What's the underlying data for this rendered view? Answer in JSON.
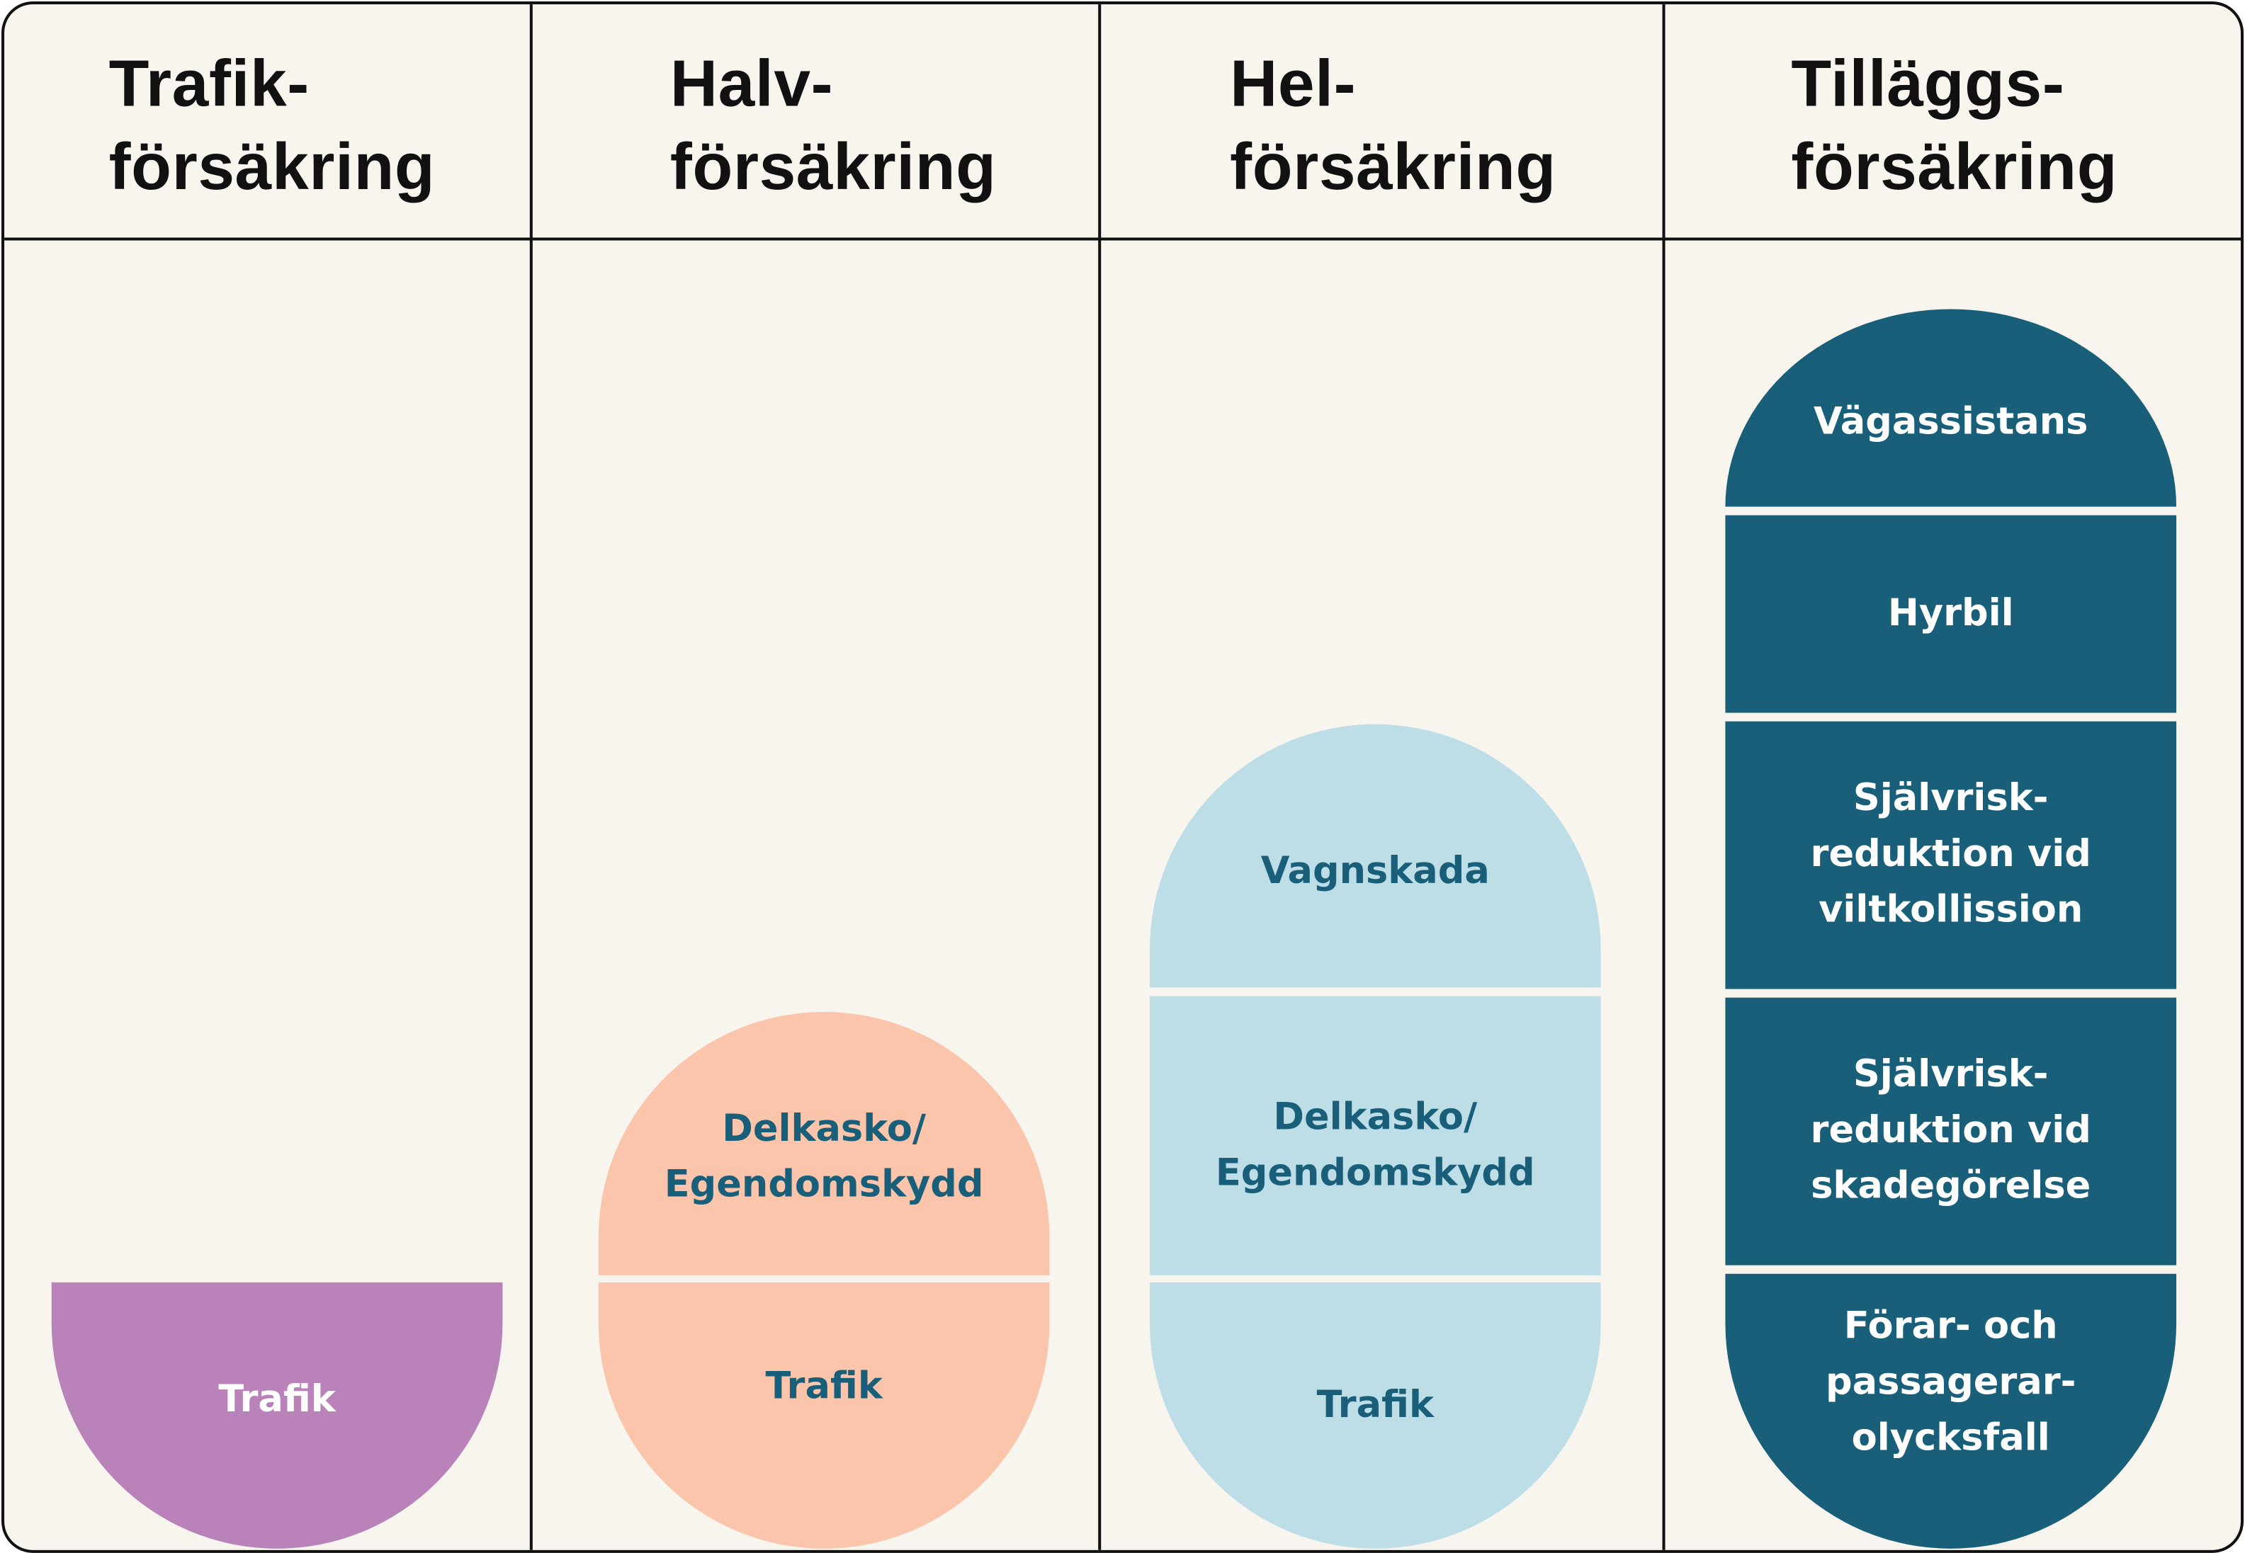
{
  "colors": {
    "background": "#F7F5EE",
    "trafik": "#B982B8",
    "halv": "#FAC5AA",
    "hel": "#BDDDE7",
    "tillagg": "#1A5F7A",
    "text_dark": "#1A5F7A"
  },
  "columns": [
    {
      "title": "Trafik-\nförsäkring",
      "segments": [
        "Trafik"
      ]
    },
    {
      "title": "Halv-\nförsäkring",
      "segments": [
        "Delkasko/\nEgendomskydd",
        "Trafik"
      ]
    },
    {
      "title": "Hel-\nförsäkring",
      "segments": [
        "Vagnskada",
        "Delkasko/\nEgendomskydd",
        "Trafik"
      ]
    },
    {
      "title": "Tilläggs-\nförsäkring",
      "segments": [
        "Vägassistans",
        "Hyrbil",
        "Självrisk-\nreduktion vid\nviltkollission",
        "Självrisk-\nreduktion vid\nskadegörelse",
        "Förar- och\npassagerar-\nolycksfall"
      ]
    }
  ]
}
